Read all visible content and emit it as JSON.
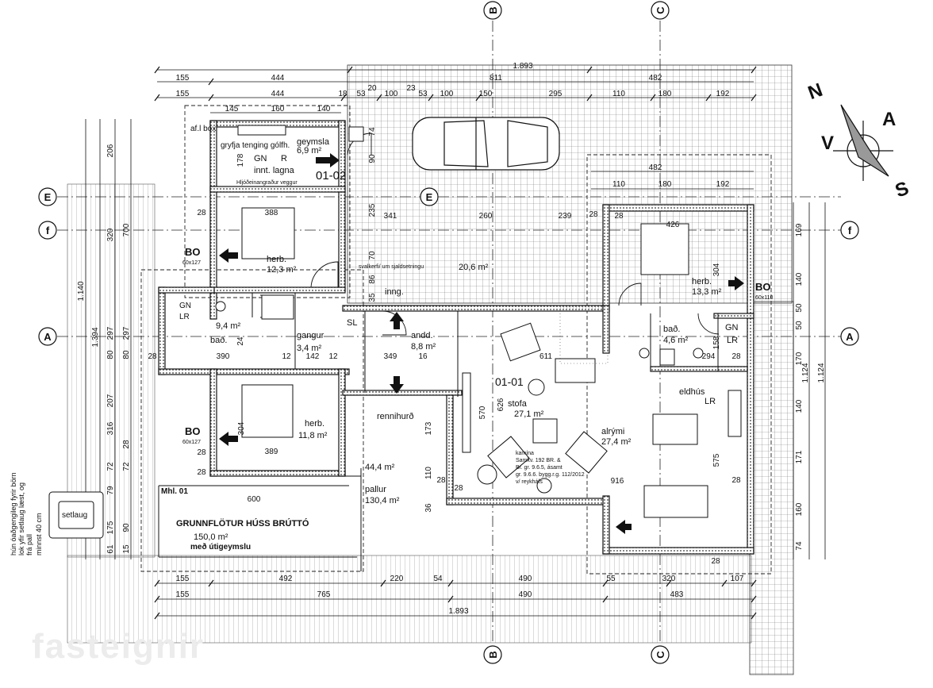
{
  "axes": {
    "B": "B",
    "C": "C",
    "E": "E",
    "f": "f",
    "A": "A"
  },
  "compass": {
    "N": "N",
    "V": "V",
    "A": "A",
    "S": "S"
  },
  "dims_top": {
    "total": "1.893",
    "row1": [
      "155",
      "444",
      "811",
      "482"
    ],
    "row2_small": [
      "20",
      "23"
    ],
    "row3": [
      "155",
      "444",
      "18",
      "53",
      "100",
      "53",
      "100",
      "150",
      "295",
      "110",
      "180",
      "192"
    ],
    "row4": [
      "145",
      "160",
      "140"
    ],
    "bedroom_block": [
      "482",
      "110",
      "180",
      "192"
    ]
  },
  "dims_bottom": {
    "row1": [
      "155",
      "492",
      "220",
      "54",
      "490",
      "55",
      "320",
      "107"
    ],
    "row2": [
      "155",
      "765",
      "490",
      "483"
    ],
    "total": "1.893"
  },
  "dims_left": {
    "outer": [
      "1.140",
      "1.394"
    ],
    "col1": [
      "206",
      "320",
      "297",
      "80",
      "207",
      "316",
      "72",
      "79",
      "175",
      "61"
    ],
    "col2": [
      "700",
      "297",
      "80",
      "28",
      "72",
      "90",
      "15"
    ],
    "cells": [
      "28",
      "28",
      "28",
      "28"
    ]
  },
  "dims_right": {
    "outer": [
      "1.124",
      "1.124"
    ],
    "col": [
      "169",
      "140",
      "50",
      "50",
      "170",
      "140",
      "171",
      "160",
      "74"
    ]
  },
  "dims_inner": [
    "388",
    "390",
    "142",
    "12",
    "12",
    "349",
    "16",
    "389",
    "341",
    "260",
    "239",
    "426",
    "294",
    "611",
    "916",
    "600",
    "570",
    "626",
    "173",
    "110",
    "36",
    "28",
    "28",
    "28",
    "28",
    "28",
    "304",
    "304",
    "235",
    "70",
    "35",
    "86",
    "74",
    "90",
    "178",
    "24",
    "575",
    "28",
    "28",
    "158"
  ],
  "rooms": {
    "geymsla": {
      "name": "geymsla",
      "area": "6,9 m²",
      "code": "01-02"
    },
    "gryfja": {
      "line1": "gryfja tenging gólfh.",
      "gn": "GN",
      "r": "R",
      "line3": "innt. lagna",
      "note": "Hljóðeinangraður veggur",
      "afl": "af.l box"
    },
    "herb1": {
      "name": "herb.",
      "area": "12,3 m²"
    },
    "bad1": {
      "name": "bað.",
      "area": "9,4 m²",
      "gn": "GN",
      "lr": "LR"
    },
    "gangur": {
      "name": "gangur",
      "area": "3,4 m²"
    },
    "herb2": {
      "name": "herb.",
      "area": "11,8 m²"
    },
    "andd": {
      "name": "andd.",
      "area": "8,8 m²",
      "sl": "SL",
      "inng": "inng."
    },
    "carport": {
      "area": "20,6 m²",
      "note": "svalkerfi/ um sjaldsetningu"
    },
    "stofa": {
      "name": "stofa",
      "area": "27,1 m²",
      "code": "01-01"
    },
    "alrymi": {
      "name": "alrými",
      "area": "27,4 m²"
    },
    "eldhus": {
      "name": "eldhús",
      "lr": "LR"
    },
    "herb3": {
      "name": "herb.",
      "area": "13,3 m²"
    },
    "bad2": {
      "name": "bað.",
      "area": "4,6 m²",
      "gn": "GN",
      "lr": "LR"
    },
    "pallur": {
      "area1": "44,4 m²",
      "name": "pallur",
      "area2": "130,4 m²"
    },
    "rennihurd": "rennihurð",
    "kamina": [
      "kamína",
      "Samkv. 192 BR. &",
      "Br. gr. 9.6.5, ásamt",
      "gr. 9.6.6. bygg.r.g. 112/2012",
      "v/ reykháfs"
    ]
  },
  "bo": {
    "left1": {
      "label": "BO",
      "size": "60x127"
    },
    "left2": {
      "label": "BO",
      "size": "60x127"
    },
    "right": {
      "label": "BO",
      "size": "60x110"
    }
  },
  "summary": {
    "title": "GRUNNFLÖTUR HÚSS BRÚTTÓ",
    "area": "150,0 m²",
    "sub": "með útigeymslu"
  },
  "mhl": "Mhl. 01",
  "setlaug": {
    "label": "setlaug",
    "note": [
      "minnst 40 cm",
      "frá pall",
      "lok yfir setlaug læst, og",
      "hún óaðgengileg fyrir börn"
    ]
  },
  "watermark": "fasteignir"
}
